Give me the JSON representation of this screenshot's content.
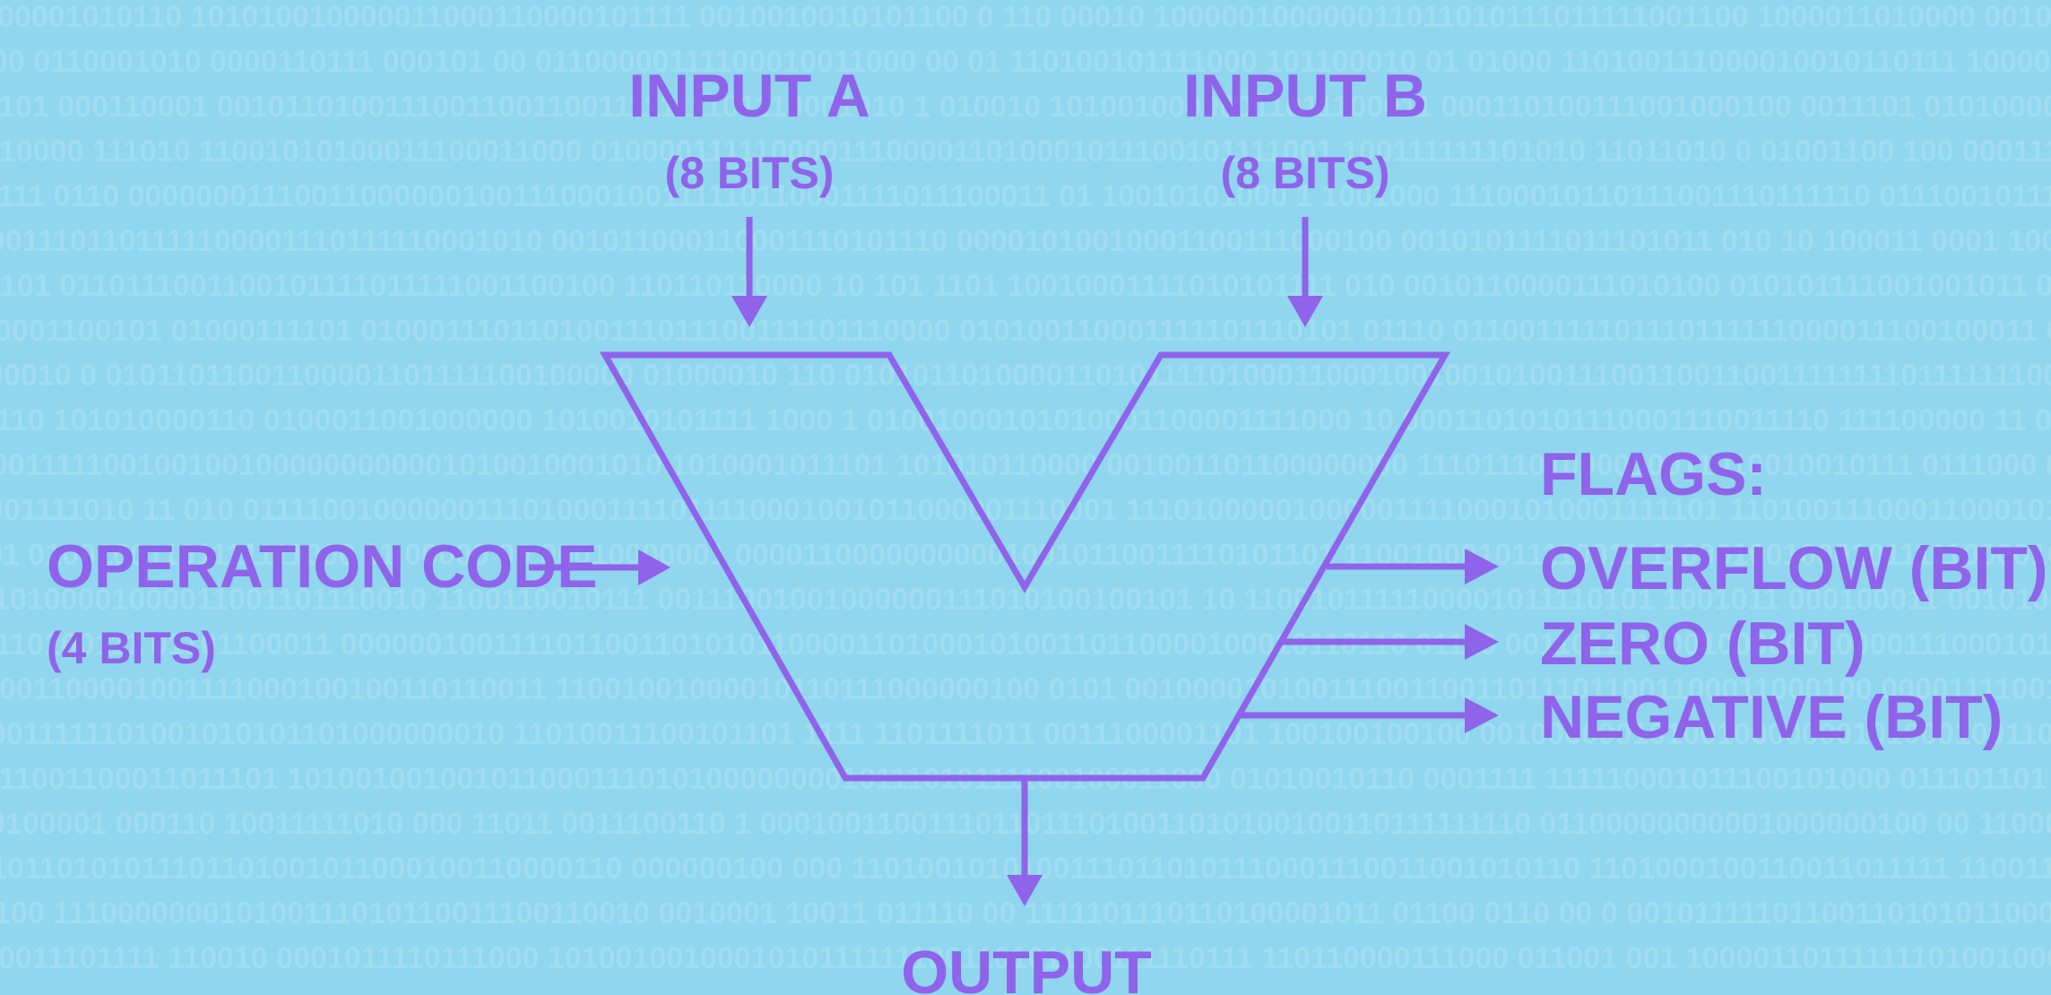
{
  "diagram": {
    "title": "ALU",
    "inputs": {
      "a": {
        "label": "INPUT A",
        "bits": "(8 BITS)"
      },
      "b": {
        "label": "INPUT B",
        "bits": "(8 BITS)"
      }
    },
    "opcode": {
      "label": "OPERATION CODE",
      "bits": "(4 BITS)"
    },
    "output": {
      "label": "OUTPUT"
    },
    "flags": {
      "heading": "FLAGS:",
      "items": [
        "OVERFLOW (BIT)",
        "ZERO (BIT)",
        "NEGATIVE (BIT)"
      ]
    }
  },
  "colors": {
    "background": "#8fd6ee",
    "accent": "#8f63ea",
    "binary_text": "#b6e6f6"
  }
}
